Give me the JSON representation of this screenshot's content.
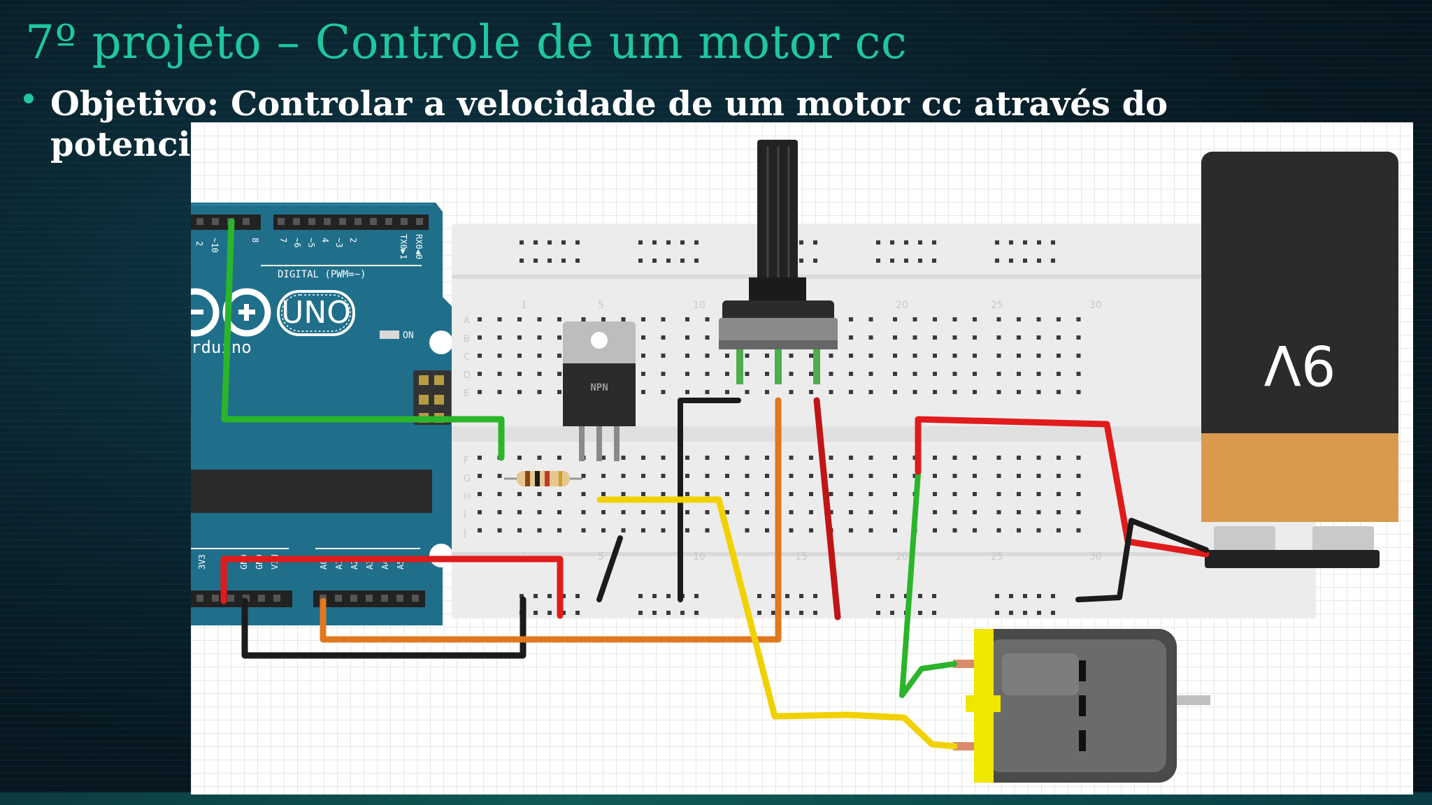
{
  "slide": {
    "title": "7º projeto – Controle de um motor cc",
    "bullet": "Objetivo: Controlar a velocidade de um motor cc através do potenciômetro."
  },
  "circuit": {
    "arduino": {
      "brand": "UNO",
      "logo_text": "rduino",
      "digital_label": "DIGITAL (PWM=~)",
      "on_label": "ON",
      "pin_labels_top": [
        "2",
        "~10",
        "8",
        "7",
        "~6",
        "~5",
        "4",
        "~3",
        "2",
        "TX0▶1",
        "RX0◀0"
      ],
      "pin_labels_bottom": [
        "3V3",
        "GND",
        "GND",
        "VIN",
        "A0",
        "A1",
        "A2",
        "A3",
        "A4",
        "A5"
      ]
    },
    "transistor_label": "NPN",
    "battery_label": "9V",
    "breadboard": {
      "column_numbers": [
        "1",
        "5",
        "10",
        "15",
        "20",
        "25",
        "30"
      ],
      "row_letters_top": [
        "A",
        "B",
        "C",
        "D",
        "E"
      ],
      "row_letters_bottom": [
        "F",
        "G",
        "H",
        "I",
        "J"
      ]
    }
  },
  "colors": {
    "title": "#1fc79d",
    "arduino": "#1f6f8b",
    "wire_green": "#2bb52b",
    "wire_red": "#e01b1b",
    "wire_black": "#1b1b1b",
    "wire_orange": "#e0781e",
    "wire_yellow": "#f2d100",
    "motor_cap": "#f0e600",
    "battery_top": "#2b2b2b",
    "battery_bottom": "#d99a4e"
  }
}
